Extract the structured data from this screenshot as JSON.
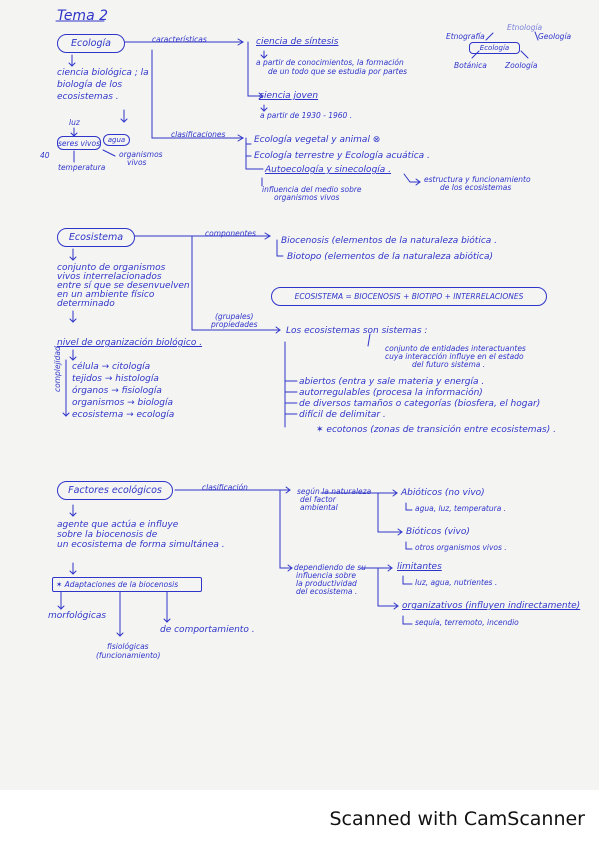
{
  "header": {
    "title": "Tema 2"
  },
  "ecologia": {
    "box": "Ecología",
    "def": [
      "ciencia biológica ; la",
      "biología de los",
      "ecosistemas ."
    ],
    "factors": {
      "luz": "luz",
      "seres_vivos": "seres vivos",
      "agua": "agua",
      "temperatura": "temperatura",
      "organismos": [
        "organismos",
        "vivos"
      ],
      "n40": "40"
    },
    "caracteristicas": {
      "label": "características",
      "sintesis": "ciencia de síntesis",
      "sintesis_desc": [
        "a partir de conocimientos, la formación",
        "de un todo que se estudia por partes"
      ],
      "joven": "ciencia joven",
      "joven_desc": "a partir de 1930 - 1960 ."
    },
    "web": {
      "etnografia": "Etnografía",
      "etnologia": "Etnología",
      "geologia": "Geología",
      "center": "Ecología",
      "botanica": "Botánica",
      "zoologia": "Zoología"
    },
    "clasificaciones": {
      "label": "clasificaciones",
      "items": [
        "Ecología vegetal y animal ⊗",
        "Ecología terrestre y Ecología acuática .",
        "Autoecología y sinecología ."
      ],
      "extra": [
        "influencia del medio sobre",
        "organismos vivos"
      ],
      "estructura": [
        "estructura y funcionamiento",
        "de los ecosistemas"
      ]
    }
  },
  "ecosistema": {
    "box": "Ecosistema",
    "def": [
      "conjunto de organismos",
      "vivos interrelacionados",
      "entre sí que se desenvuelven",
      "en un ambiente físico",
      "determinado"
    ],
    "nivel": "nivel de organización biológico .",
    "complejidad": "complejidad",
    "niveles": [
      "célula → citología",
      "tejidos → histología",
      "órganos → fisiología",
      "organismos → biología",
      "ecosistema → ecología"
    ],
    "componentes": {
      "label": "componentes",
      "biocenosis": "Biocenosis (elementos de la naturaleza biótica .",
      "biotopo": "Biotopo (elementos de la naturaleza abiótica)"
    },
    "formula": "ECOSISTEMA = BIOCENOSIS + BIOTIPO + INTERRELACIONES",
    "propiedades": {
      "label": [
        "(grupales)",
        "propiedades"
      ],
      "sistemas": "Los ecosistemas son sistemas :",
      "sistemas_desc": [
        "conjunto de entidades interactuantes",
        "cuya interacción influye en el estado",
        "del futuro sistema ."
      ],
      "items": [
        "abiertos (entra y sale materia y energía .",
        "autorregulables (procesa la información)",
        "de diversos tamaños o categorías (biosfera, el hogar)",
        "difícil de delimitar ."
      ],
      "ecotonos": "✶ ecotonos (zonas de transición entre ecosistemas) ."
    }
  },
  "factores": {
    "box": "Factores ecológicos",
    "def": [
      "agente que actúa e influye",
      "sobre la biocenosis de",
      "un ecosistema de forma simultánea ."
    ],
    "adaptaciones": "✶ Adaptaciones de la biocenosis",
    "morfologicas": "morfológicas",
    "comportamiento": "de comportamiento .",
    "fisiologicas": [
      "fisiológicas",
      "(funcionamiento)"
    ],
    "clasificacion": {
      "label": "clasificación",
      "naturaleza": [
        "según la naturaleza",
        "del factor",
        "ambiental"
      ],
      "abioticos": "Abióticos (no vivo)",
      "abioticos_desc": "agua, luz, temperatura .",
      "bioticos": "Bióticos (vivo)",
      "bioticos_desc": "otros organismos vivos .",
      "influencia": [
        "dependiendo de su",
        "influencia sobre",
        "la productividad",
        "del ecosistema ."
      ],
      "limitantes": "limitantes",
      "limitantes_desc": "luz, agua, nutrientes .",
      "organizativos": "organizativos (influyen indirectamente)",
      "organizativos_desc": "sequía, terremoto, incendio"
    }
  },
  "watermark": "Scanned with CamScanner"
}
